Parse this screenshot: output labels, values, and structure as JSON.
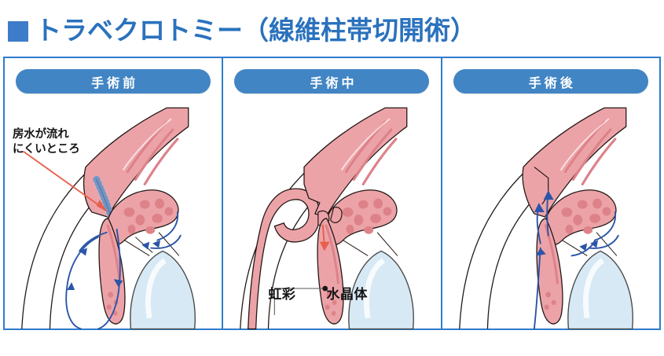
{
  "title": {
    "bullet_icon": "filled-square-bullet",
    "text": "トラベクロトミー（線維柱帯切開術）",
    "color": "#2a72bd"
  },
  "theme": {
    "accent_blue": "#2f7ccc",
    "pill_blue": "#4285c4",
    "bullet_blue": "#3d7cc9",
    "tissue_pink": "#eca3a8",
    "tissue_pink_dark": "#dd8289",
    "tissue_outline": "#231815",
    "lens_blue": "#d6e9f5",
    "lens_outline": "#4b4b4b",
    "flow_arrow_blue": "#2a55a8",
    "callout_arrow_red": "#e8604c",
    "label_text": "#161616"
  },
  "panels": [
    {
      "header": "手術前",
      "callout": {
        "text": "房水が流れ\nにくいところ",
        "arrow_icon": "red-pointer-arrow"
      },
      "flow_arrows": "blocked-circulation"
    },
    {
      "header": "手術中",
      "labels": [
        {
          "key": "iris",
          "text": "虹彩",
          "leader_icon": "leader-line-with-dot"
        },
        {
          "key": "lens",
          "text": "水晶体"
        }
      ],
      "incision_arrow_icon": "red-incision-arrow",
      "instrument_icon": "scleral-flap-hook"
    },
    {
      "header": "手術後",
      "flow_arrows": "restored-outflow"
    }
  ]
}
